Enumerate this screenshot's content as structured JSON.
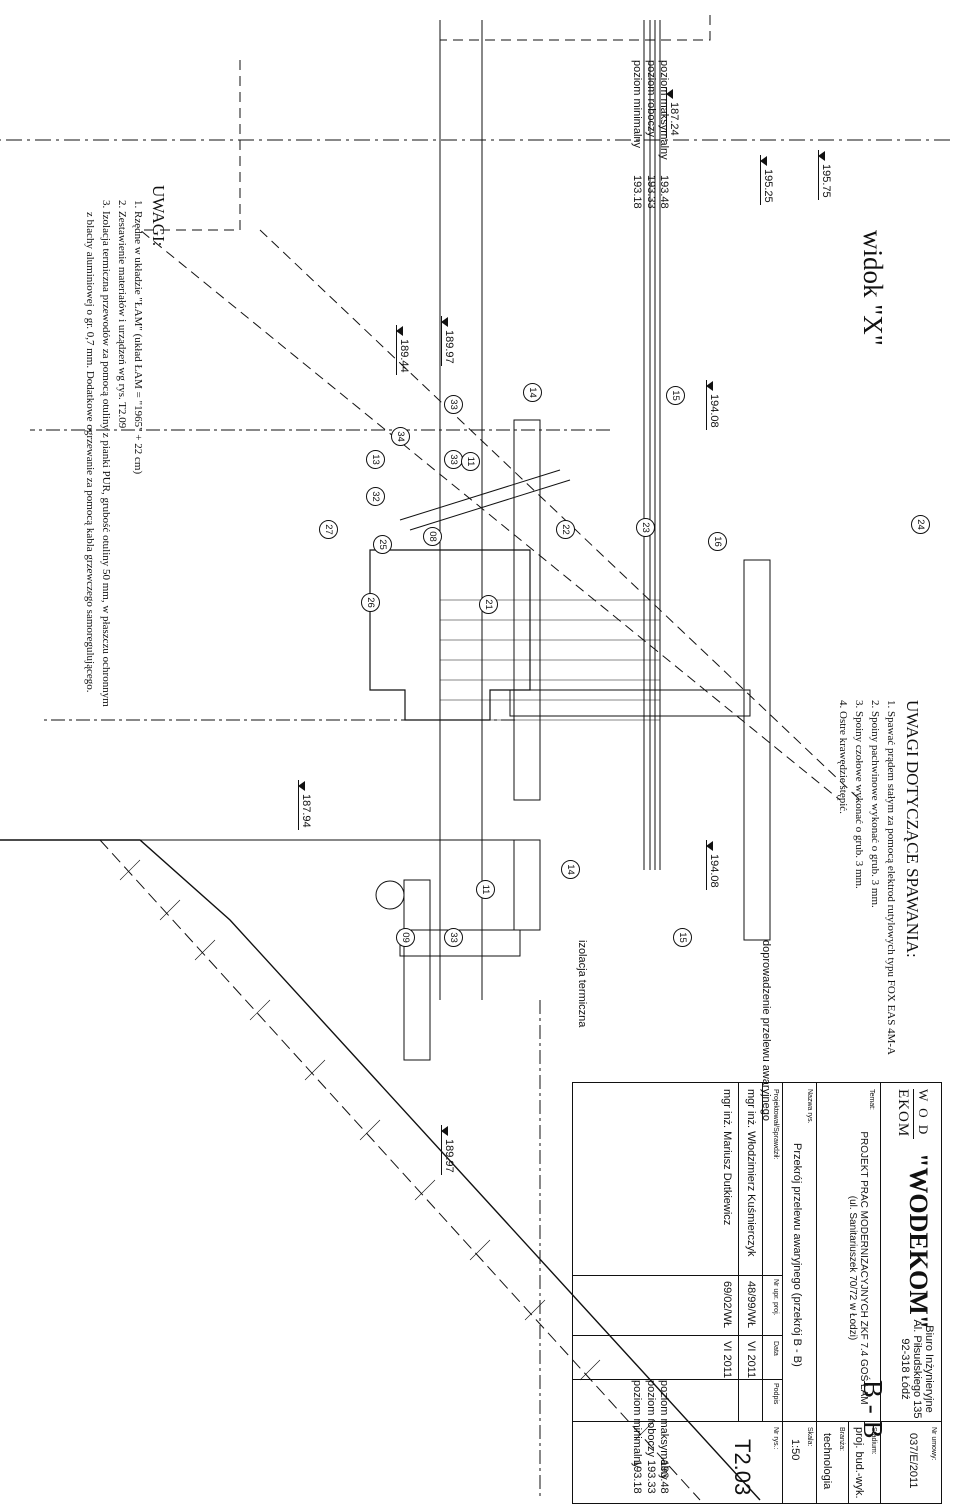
{
  "view_x": {
    "title": "widok \"X\"",
    "dim_top_left": "187.24",
    "dim_top_1": "195.25",
    "dim_top_2": "195.75",
    "levels": [
      "poziom maksymalny",
      "poziom roboczy",
      "poziom minimalny"
    ],
    "elevations": [
      "193.48",
      "193.33",
      "193.18"
    ],
    "dim_189_97": "189.97",
    "dim_189_44": "189.44",
    "dim_194_08": "194.08",
    "dim_187_94": "187.94",
    "bubbles": [
      "33",
      "14",
      "15",
      "34",
      "33",
      "11",
      "13",
      "32",
      "08",
      "22",
      "23",
      "16",
      "24",
      "27",
      "25",
      "26",
      "21"
    ]
  },
  "uwagi": {
    "title": "UWAGI:",
    "lines": [
      "1. Rzędne w układzie \"ŁAM\" (układ ŁAM = \"1965\" + 22 cm)",
      "2. Zestawienie materiałów i urządzeń wg rys. T2.09",
      "3. Izolacja termiczna przewodów za pomocą otuliny z pianki PUR, grubość otuliny 50 mm, w płaszczu ochronnym",
      "z blachy aluminiowej o gr. 0,7 mm. Dodatkowe ogrzewanie za pomocą kabla grzewczego samoregulującego."
    ]
  },
  "welding": {
    "title": "UWAGI DOTYCZĄCE SPAWANIA:",
    "lines": [
      "1. Spawać prądem stałym za pomocą elektrod rutylowych typu FOX EAS 4M-A",
      "2. Spoiny pachwinowe wykonać o grub. 3 mm.",
      "3. Spoiny czołowe wykonać o grub. 3 mm.",
      "4. Ostre krawędzie stępić."
    ]
  },
  "section_bb": {
    "title": "B - B",
    "dim_194_08": "194.08",
    "dim_189_97": "189.97",
    "label_doprowadzenie": "doprowadzenie przelewu awaryjnego",
    "label_izolacja": "izolacja termiczna",
    "levels": [
      "poziom maksymalny",
      "poziom roboczy",
      "poziom minimalny"
    ],
    "elevations": [
      "193.48",
      "193.33",
      "193.18"
    ],
    "bubbles": [
      "14",
      "11",
      "15",
      "33",
      "09"
    ]
  },
  "title_block": {
    "logo_top": "W O D",
    "logo_bottom": "EKOM",
    "company": "\"WODEKOM\"",
    "bureau": "Biuro Inżynieryjne",
    "address_1": "Al. Piłsudskiego 135",
    "address_2": "92-318 Łódź",
    "contract_label": "Nr umowy:",
    "contract_value": "037/E/2011",
    "topic_label": "Temat:",
    "topic_line_1": "PROJEKT PRAC MODERNIZACYJNYCH ZKF 7.4 GOŚ ŁAM",
    "topic_line_2": "(ul. Sanitariuszek 70/72 w Łodzi)",
    "stage_label": "Stadium:",
    "stage_value": "proj. bud.-wyk.",
    "branch_label": "Branża:",
    "branch_value": "technologia",
    "drawing_name_label": "Nazwa rys.",
    "drawing_name": "Przekrój przelewu awaryjnego (przekrój B - B)",
    "scale_label": "Skala:",
    "scale_value": "1:50",
    "col_designer": "Projektował/Sprawdził:",
    "col_perm": "Nr upr. proj.",
    "col_date": "Data",
    "col_sign": "Podpis",
    "designer_1": "mgr inż. Włodzimierz Kuśmierczyk",
    "perm_1": "48/99/WŁ",
    "date_1": "VI 2011",
    "designer_2": "mgr inż. Mariusz Dutkiewicz",
    "perm_2": "69/02/WŁ",
    "date_2": "VI 2011",
    "drawing_no_label": "Nr rys.:",
    "drawing_no": "T2.03"
  }
}
